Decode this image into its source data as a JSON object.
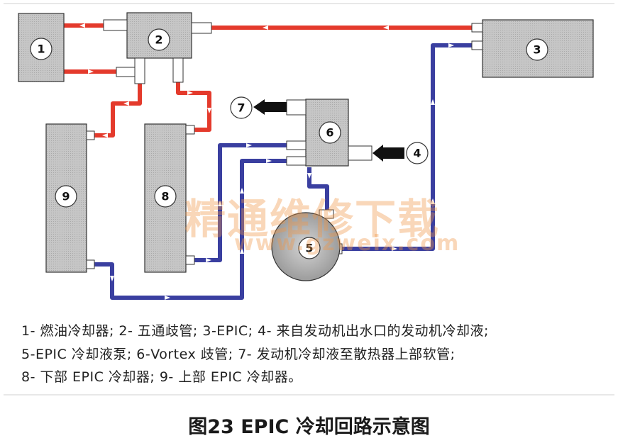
{
  "components": [
    {
      "id": "1",
      "name": "燃油冷却器"
    },
    {
      "id": "2",
      "name": "五通歧管"
    },
    {
      "id": "3",
      "name": "EPIC"
    },
    {
      "id": "4",
      "name": "来自发动机出水口的发动机冷却液"
    },
    {
      "id": "5",
      "name": "EPIC 冷却液泵"
    },
    {
      "id": "6",
      "name": "Vortex 歧管"
    },
    {
      "id": "7",
      "name": "发动机冷却液至散热器上部软管"
    },
    {
      "id": "8",
      "name": "下部 EPIC 冷却器"
    },
    {
      "id": "9",
      "name": "上部 EPIC 冷却器"
    }
  ],
  "legend_lines": [
    "1- 燃油冷却器; 2- 五通歧管; 3-EPIC; 4- 来自发动机出水口的发动机冷却液;",
    "5-EPIC 冷却液泵; 6-Vortex 歧管; 7- 发动机冷却液至散热器上部软管;",
    "8- 下部 EPIC 冷却器; 9- 上部 EPIC 冷却器。"
  ],
  "figure_title": "图23 EPIC 冷却回路示意图",
  "watermark": {
    "line1": "精通维修下载",
    "line2": "www.gzweix.com"
  },
  "colors": {
    "hot_pipe": "#e43a2c",
    "cold_pipe": "#3a3fa0",
    "box_fill": "#c4c4c4",
    "arrow_black": "#111111"
  }
}
